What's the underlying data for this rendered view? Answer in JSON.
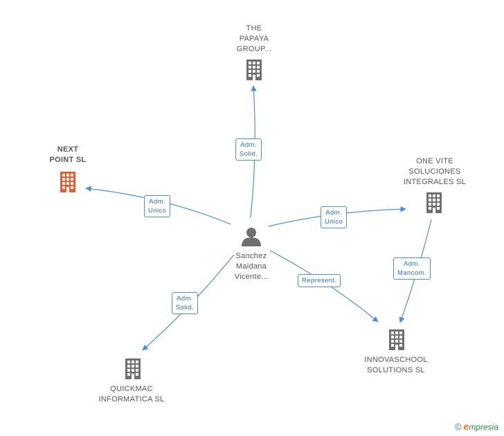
{
  "colors": {
    "edge": "#4a90d9",
    "building": "#6f6f6f",
    "building_focus": "#ef5a2e",
    "person": "#6f6f6f"
  },
  "center": {
    "label": [
      "Sanchez",
      "Maidana",
      "Vicente..."
    ],
    "icon": "person-icon"
  },
  "companies": [
    {
      "id": "papaya",
      "label": [
        "THE",
        "PAPAYA",
        "GROUP..."
      ],
      "icon": "building-icon",
      "focus": false
    },
    {
      "id": "next_point",
      "label": [
        "NEXT",
        "POINT SL"
      ],
      "icon": "building-icon",
      "focus": true
    },
    {
      "id": "one_vite",
      "label": [
        "ONE VITE",
        "SOLUCIONES",
        "INTEGRALES SL"
      ],
      "icon": "building-icon",
      "focus": false
    },
    {
      "id": "innovaschool",
      "label": [
        "INNOVASCHOOL",
        "SOLUTIONS SL"
      ],
      "icon": "building-icon",
      "focus": false
    },
    {
      "id": "quickmac",
      "label": [
        "QUICKMAC",
        "INFORMATICA SL"
      ],
      "icon": "building-icon",
      "focus": false
    }
  ],
  "edges": [
    {
      "id": "to_papaya",
      "label": [
        "Adm.",
        "Solid."
      ]
    },
    {
      "id": "to_next_point",
      "label": [
        "Adm.",
        "Unico"
      ]
    },
    {
      "id": "to_one_vite",
      "label": [
        "Adm.",
        "Unico"
      ]
    },
    {
      "id": "to_innovaschool",
      "label": [
        "Represent."
      ]
    },
    {
      "id": "to_quickmac",
      "label": [
        "Adm.",
        "Solid."
      ]
    },
    {
      "id": "one_vite_to_innovaschool",
      "label": [
        "Adm.",
        "Mancom."
      ]
    }
  ],
  "brand": {
    "copyright": "©",
    "initial": "e",
    "name": "mpresia"
  }
}
